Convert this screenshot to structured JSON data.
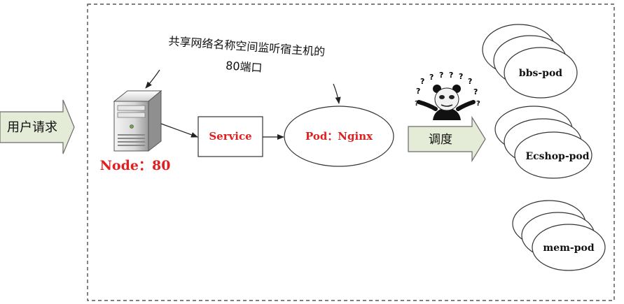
{
  "request_arrow": {
    "label": "用户请求"
  },
  "annotation": {
    "line1": "共享网络名称空间监听宿主机的",
    "line2": "80端口"
  },
  "node": {
    "label": "Node：80"
  },
  "service": {
    "label": "Service"
  },
  "pod_nginx": {
    "label": "Pod：Nginx"
  },
  "schedule_arrow": {
    "label": "调度"
  },
  "meme": {
    "marks": "? ? ? ? ? ?"
  },
  "pods": [
    {
      "label": "bbs-pod"
    },
    {
      "label": "Ecshop-pod"
    },
    {
      "label": "mem-pod"
    }
  ],
  "colors": {
    "red_text": "#e02020",
    "arrow_fill": "#e4ecd8",
    "arrow_stroke": "#6b6b6b",
    "line": "#222222"
  }
}
